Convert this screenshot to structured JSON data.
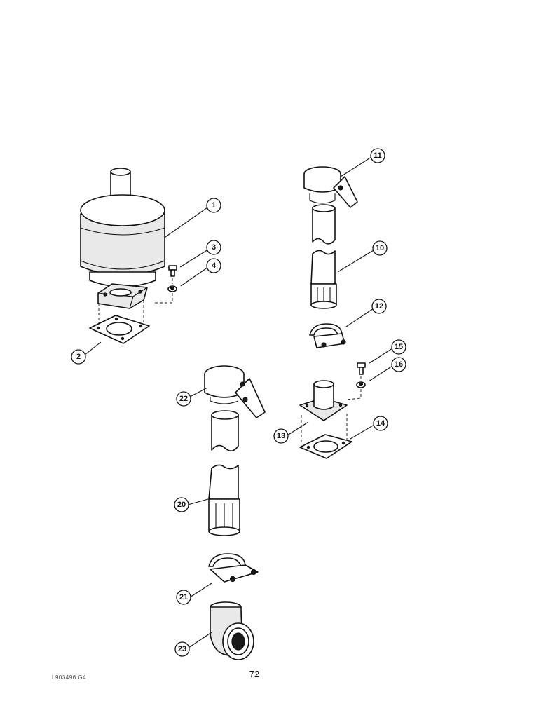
{
  "callouts": [
    {
      "id": "c1",
      "label": "1"
    },
    {
      "id": "c2",
      "label": "2"
    },
    {
      "id": "c3",
      "label": "3"
    },
    {
      "id": "c4",
      "label": "4"
    },
    {
      "id": "c10",
      "label": "10"
    },
    {
      "id": "c11",
      "label": "11"
    },
    {
      "id": "c12",
      "label": "12"
    },
    {
      "id": "c13",
      "label": "13"
    },
    {
      "id": "c14",
      "label": "14"
    },
    {
      "id": "c15",
      "label": "15"
    },
    {
      "id": "c16",
      "label": "16"
    },
    {
      "id": "c20",
      "label": "20"
    },
    {
      "id": "c21",
      "label": "21"
    },
    {
      "id": "c22",
      "label": "22"
    },
    {
      "id": "c23",
      "label": "23"
    }
  ],
  "footer": {
    "page_number": "72",
    "figure_code": "L903496 G4"
  }
}
